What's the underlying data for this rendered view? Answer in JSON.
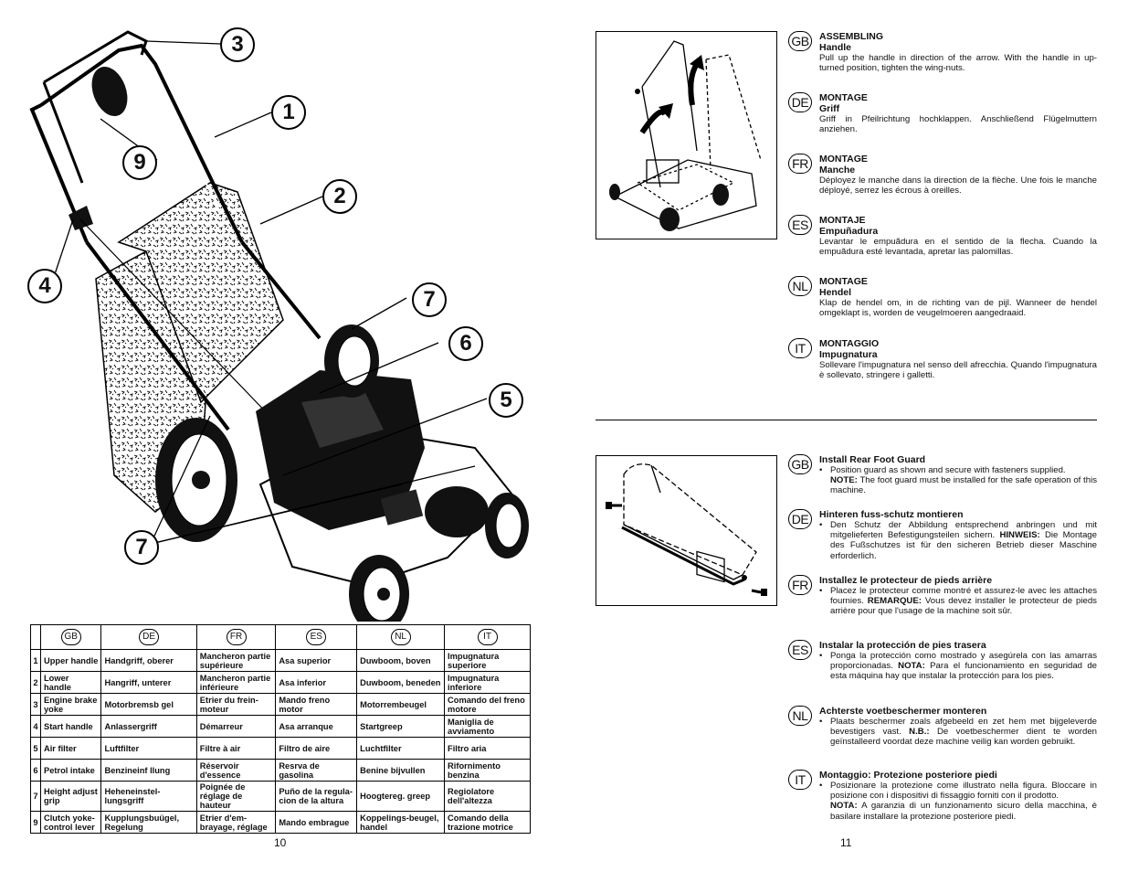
{
  "left_page": {
    "callouts": [
      "3",
      "1",
      "9",
      "2",
      "4",
      "7",
      "6",
      "5",
      "7"
    ],
    "table": {
      "headers": [
        "GB",
        "DE",
        "FR",
        "ES",
        "NL",
        "IT"
      ],
      "rows": [
        {
          "num": "1",
          "gb": "Upper handle",
          "de": "Handgriff, oberer",
          "fr": "Mancheron partie supérieure",
          "es": "Asa superior",
          "nl": "Duwboom, boven",
          "it": "Impugnatura superiore"
        },
        {
          "num": "2",
          "gb": "Lower handle",
          "de": "Hangriff, unterer",
          "fr": "Mancheron partie inférieure",
          "es": "Asa inferior",
          "nl": "Duwboom, beneden",
          "it": "Impugnatura inferiore"
        },
        {
          "num": "3",
          "gb": "Engine brake yoke",
          "de": "Motorbremsb gel",
          "fr": "Etrier du frein-moteur",
          "es": "Mando freno motor",
          "nl": "Motorrembeugel",
          "it": "Comando del freno motore"
        },
        {
          "num": "4",
          "gb": "Start handle",
          "de": "Anlassergriff",
          "fr": "Démarreur",
          "es": "Asa arranque",
          "nl": "Startgreep",
          "it": "Maniglia de avviamento"
        },
        {
          "num": "5",
          "gb": "Air filter",
          "de": "Luftfilter",
          "fr": "Filtre à air",
          "es": "Filtro de aire",
          "nl": "Luchtfilter",
          "it": "Filtro aria"
        },
        {
          "num": "6",
          "gb": "Petrol intake",
          "de": "Benzineinf llung",
          "fr": "Réservoir d'essence",
          "es": "Resrva de gasolina",
          "nl": "Benine bijvullen",
          "it": "Rifornimento benzina"
        },
        {
          "num": "7",
          "gb": "Height adjust grip",
          "de": "Heheneinstel-lungsgriff",
          "fr": "Poignée de réglage de hauteur",
          "es": "Puño de la regula-cion de la altura",
          "nl": "Hoogtereg. greep",
          "it": "Regiolatore dell'altezza"
        },
        {
          "num": "9",
          "gb": "Clutch yoke-control lever",
          "de": "Kupplungsbuügel, Regelung",
          "fr": "Etrier d'em-brayage, réglage",
          "es": "Mando embrague",
          "nl": "Koppelings-beugel, handel",
          "it": "Comando della trazione motrice"
        }
      ]
    },
    "page_number": "10"
  },
  "right_page": {
    "section1": [
      {
        "badge": "GB",
        "title": "ASSEMBLING",
        "subtitle": "Handle",
        "body": "Pull up the handle in direction of the arrow.  With the handle in up-turned position, tighten the wing-nuts."
      },
      {
        "badge": "DE",
        "title": "MONTAGE",
        "subtitle": "Griff",
        "body": "Griff in Pfeilrichtung hochklappen.  Anschließend Flügelmuttern anziehen."
      },
      {
        "badge": "FR",
        "title": "MONTAGE",
        "subtitle": "Manche",
        "body": "Déployez le manche dans la direction de la flèche.  Une fois le manche déployé, serrez les écrous à oreilles."
      },
      {
        "badge": "ES",
        "title": "MONTAJE",
        "subtitle": "Empuñadura",
        "body": "Levantar le empuãdura en el sentido de la flecha.  Cuando la empuãdura esté levantada, apretar las palomillas."
      },
      {
        "badge": "NL",
        "title": "MONTAGE",
        "subtitle": "Hendel",
        "body": "Klap de hendel om, in de richting van de pijl. Wanneer de hendel omgeklapt is, worden de veugelmoeren aangedraaid."
      },
      {
        "badge": "IT",
        "title": "MONTAGGIO",
        "subtitle": "Impugnatura",
        "body": "Sollevare l'impugnatura nel senso dell afrecchia.  Quando l'impugnatura è sollevato, stringere i galletti."
      }
    ],
    "section2": [
      {
        "badge": "GB",
        "title": "Install Rear Foot Guard",
        "body": "Position guard as shown and secure with fasteners supplied.",
        "note_label": "NOTE:",
        "note": "The foot guard must be installed for the safe operation of this machine."
      },
      {
        "badge": "DE",
        "title": "Hinteren fuss-schutz montieren",
        "body": "Den Schutz der Abbildung entsprechend anbringen und mit mitgelieferten Befestigungsteilen sichern.",
        "note_label": "HINWEIS:",
        "note": "Die Montage des Fußschutzes ist für den sicheren Betrieb dieser Maschine erforderlich."
      },
      {
        "badge": "FR",
        "title": "Installez le protecteur de pieds arrière",
        "body": "Placez le protecteur comme montré et assurez-le avec les attaches fournies.",
        "note_label": "REMARQUE:",
        "note": "Vous devez installer le protecteur de pieds arrière pour que l'usage de la machine soit sûr."
      },
      {
        "badge": "ES",
        "title": "Instalar la protección de pies trasera",
        "body": "Ponga la protección como mostrado y asegúrela con las amarras proporcionadas.",
        "note_label": "NOTA:",
        "note": "Para el funcionamiento en seguridad de esta máquina hay que instalar la protección para los pies."
      },
      {
        "badge": "NL",
        "title": "Achterste voetbeschermer monteren",
        "body": "Plaats beschermer zoals afgebeeld en zet hem met bijgeleverde bevestigers vast.",
        "note_label": "N.B.:",
        "note": "De voetbeschermer dient te worden geïnstalleerd voordat deze machine veilig kan worden gebruikt."
      },
      {
        "badge": "IT",
        "title": "Montaggio: Protezione posteriore piedi",
        "body": "Posizionare la protezione come illustrato nella figura. Bloccare in posizione con i dispositivi di fissaggio forniti con il prodotto.",
        "note_label": "NOTA:",
        "note": "A garanzia di un funzionamento sicuro della macchina, è basilare installare la protezione posteriore piedi."
      }
    ],
    "page_number": "11"
  }
}
